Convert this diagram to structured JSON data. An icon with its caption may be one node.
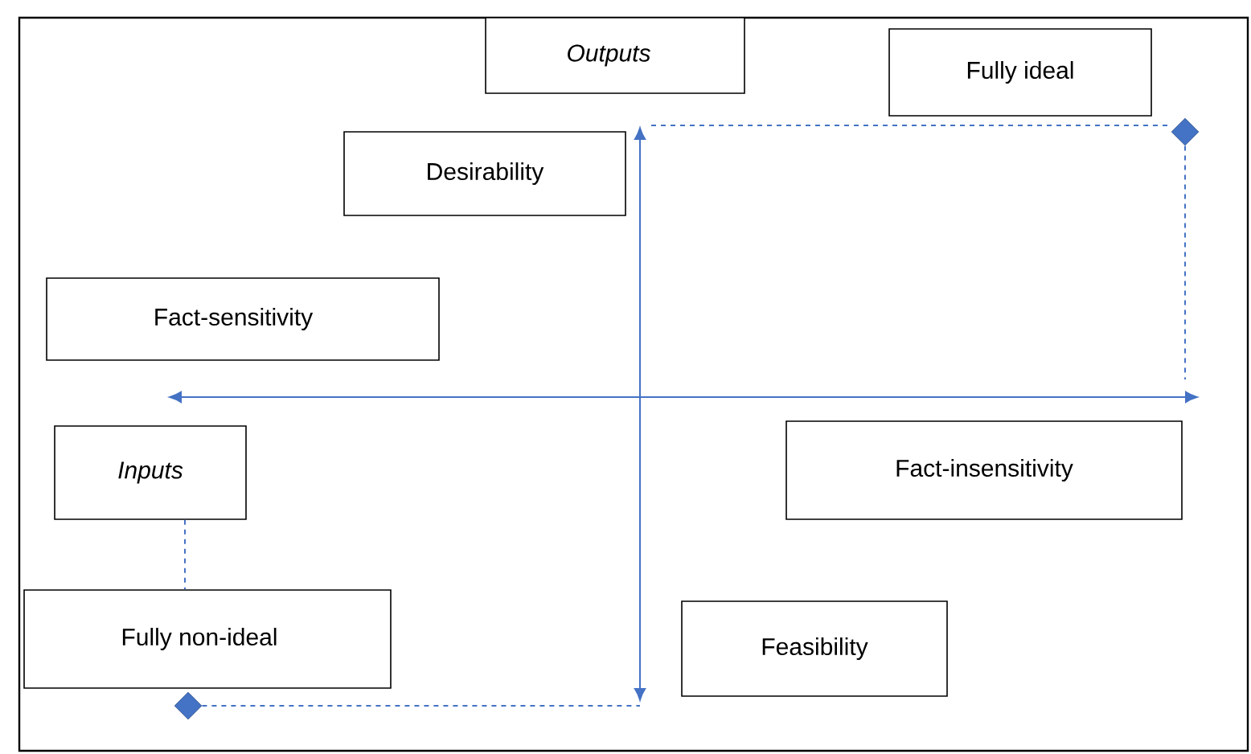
{
  "diagram": {
    "nodes": [
      {
        "text": [
          "Outputs"
        ]
      },
      {
        "text": [
          "Fully ideal"
        ]
      },
      {
        "text": [],
        "shape": "diamond"
      },
      {
        "text": [
          "Desirability"
        ]
      },
      {
        "text": [
          "Fact-sensitivity"
        ]
      },
      {
        "text": [
          "Inputs"
        ]
      },
      {
        "text": [
          "Fact-insensitivity"
        ]
      },
      {
        "text": [
          "Fully non-ideal"
        ]
      },
      {
        "text": [
          "Feasibility"
        ]
      },
      {
        "text": [],
        "shape": "diamond"
      }
    ],
    "edges": [
      {
        "from": null,
        "to": 2,
        "arrow": "none",
        "style": "dashed"
      },
      {
        "from": 2,
        "to": null,
        "arrow": "none",
        "style": "dashed"
      },
      {
        "from": 5,
        "to": 7,
        "arrow": "none",
        "style": "dashed"
      },
      {
        "from": 9,
        "to": null,
        "arrow": "none",
        "style": "dashed"
      }
    ]
  }
}
